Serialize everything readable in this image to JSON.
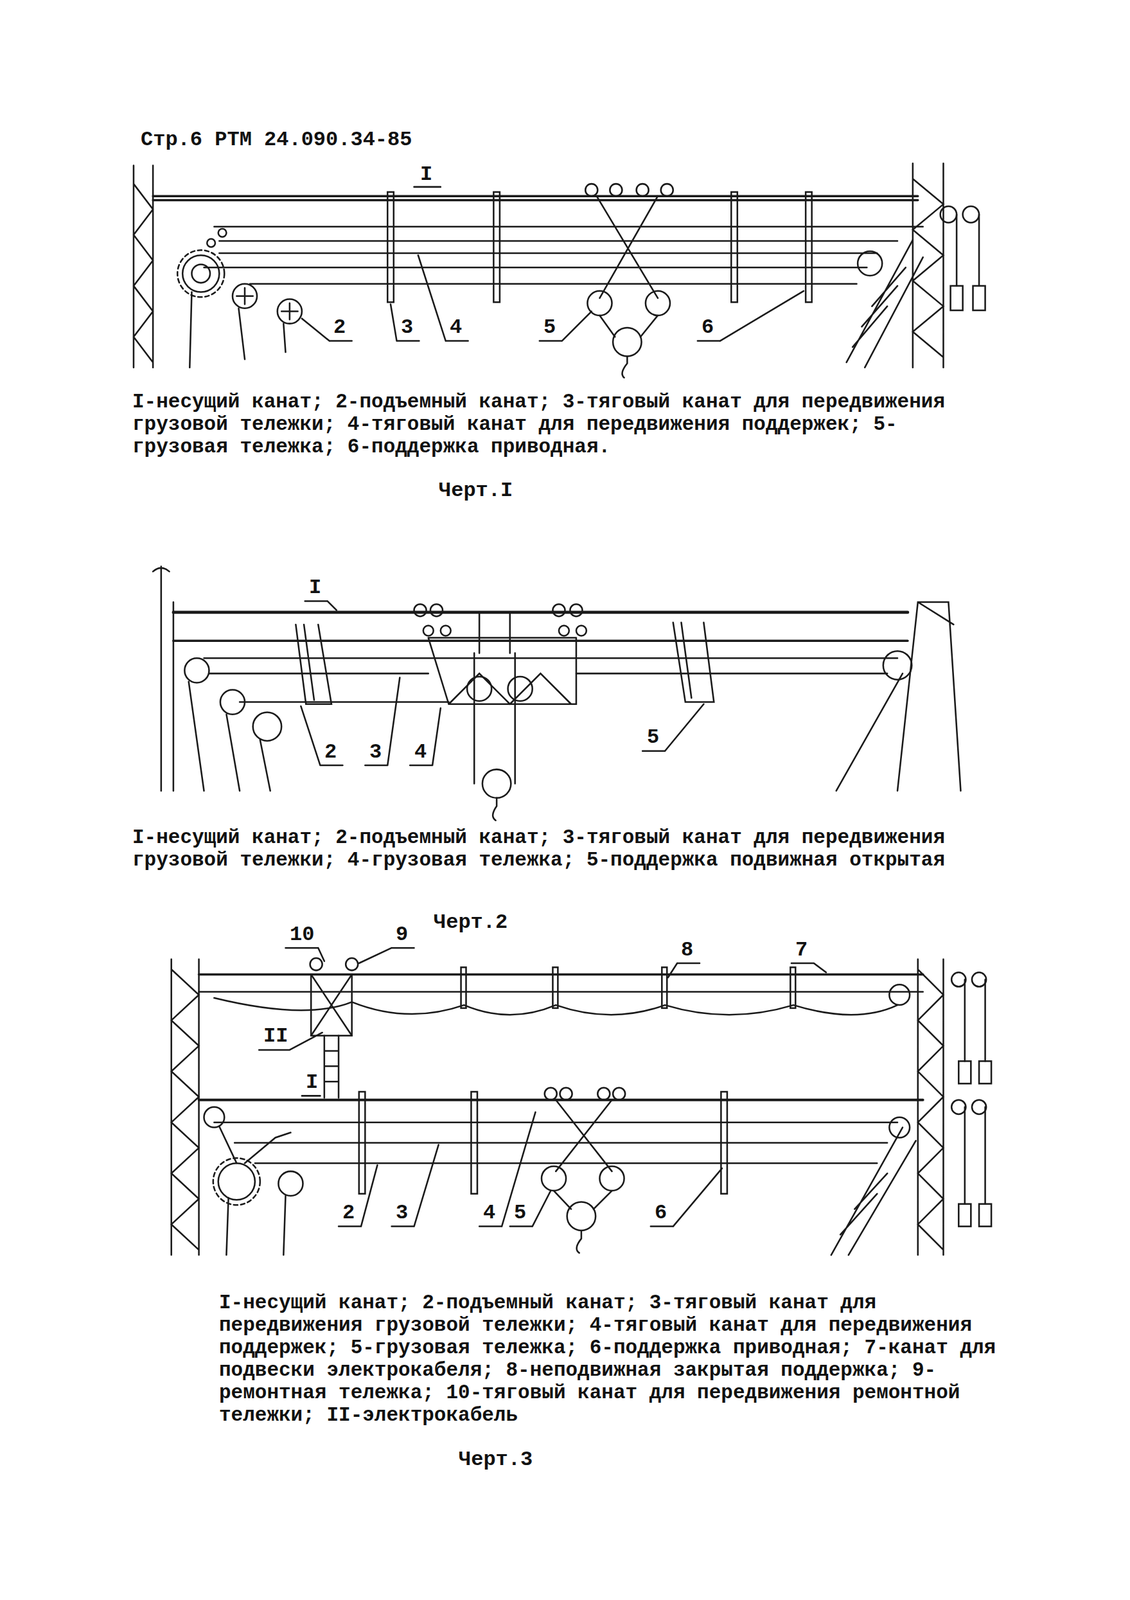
{
  "diagram": {
    "labels": [
      "Стр.6 РТМ 24.090.34-85",
      "I",
      "2",
      "3",
      "4",
      "5",
      "6",
      "I-несущий канат; 2-подъемный канат; 3-тяговый канат для передвижения грузовой тележки; 4-тяговый канат для передвижения поддержек; 5-грузовая тележка; 6-поддержка приводная.",
      "Черт.I",
      "I",
      "2",
      "3",
      "4",
      "5",
      "I-несущий канат; 2-подъемный канат; 3-тяговый канат для передвижения грузовой тележки; 4-грузовая тележка; 5-поддержка подвижная открытая",
      "Черт.2",
      "10",
      "9",
      "8",
      "7",
      "II",
      "I",
      "2",
      "3",
      "4",
      "5",
      "6",
      "I-несущий канат; 2-подъемный канат; 3-тяговый канат для передвижения грузовой тележки; 4-тяговый канат для передвижения поддержек; 5-грузовая тележка; 6-поддержка приводная; 7-канат для подвески электрокабеля; 8-неподвижная закрытая поддержка; 9-ремонтная тележка; 10-тяговый канат для передвижения ремонтной тележки; II-электрокабель",
      "Черт.3"
    ]
  }
}
